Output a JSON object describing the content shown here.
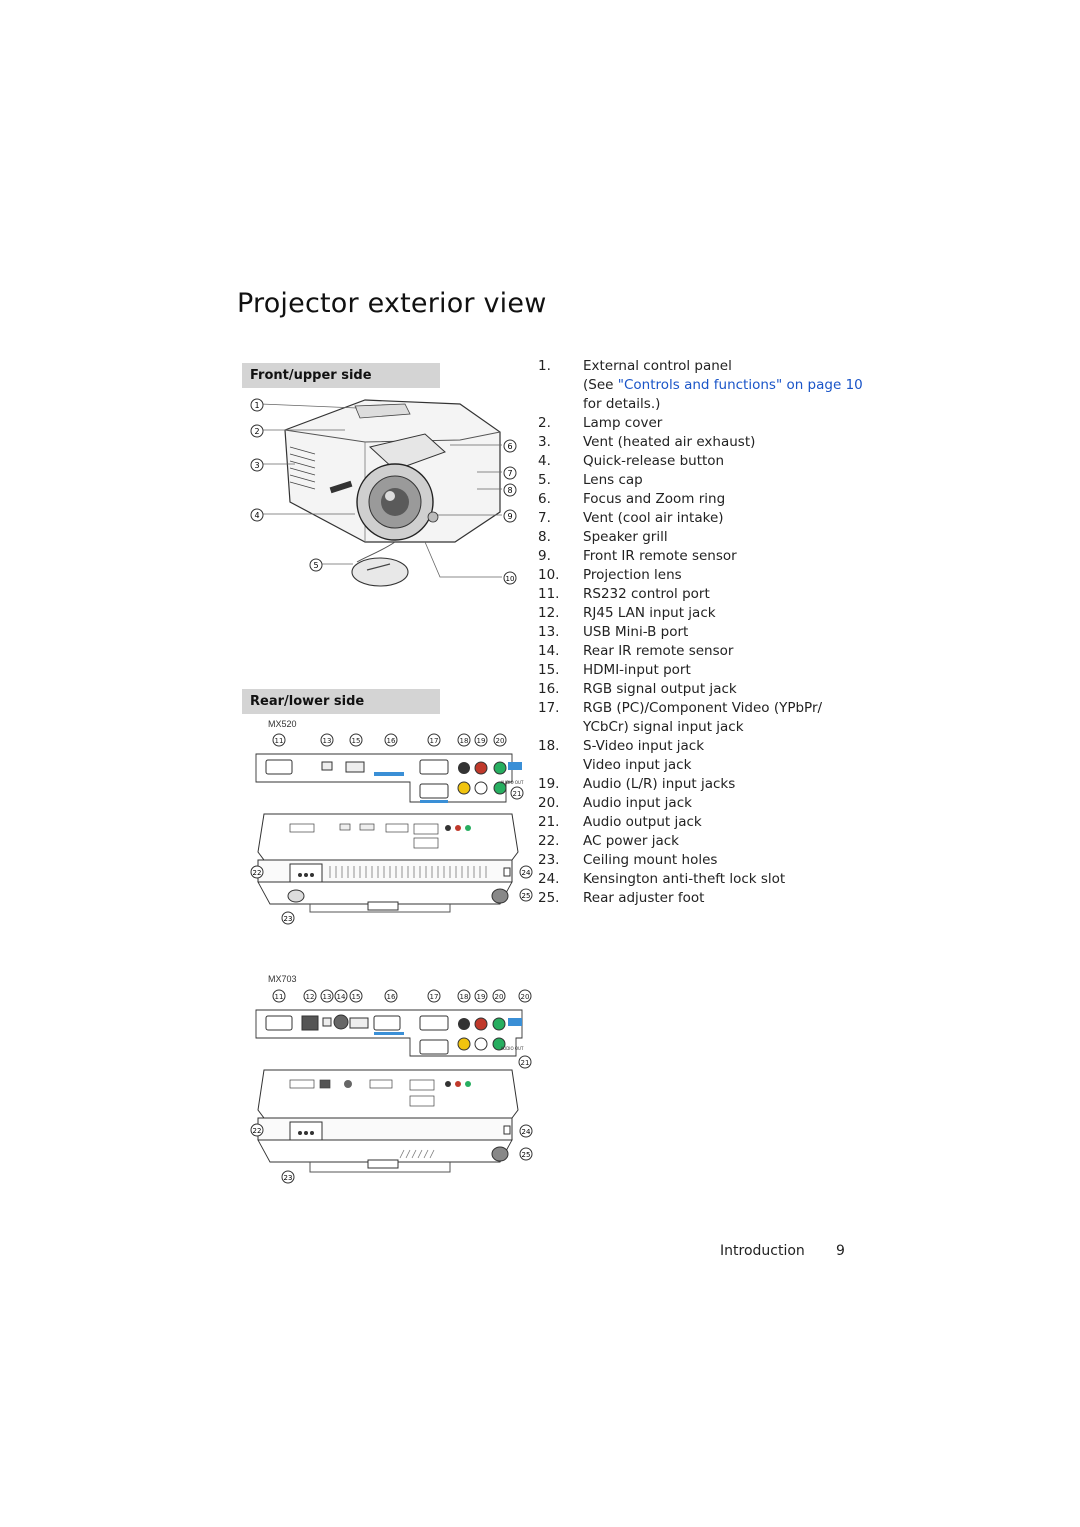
{
  "page_title": "Projector exterior view",
  "sections": {
    "front_upper": "Front/upper side",
    "rear_lower": "Rear/lower side"
  },
  "models": {
    "first": "MX520",
    "second": "MX703"
  },
  "items": [
    {
      "num": "1.",
      "text": "External control panel"
    },
    {
      "num": "2.",
      "text": "Lamp cover"
    },
    {
      "num": "3.",
      "text": "Vent (heated air exhaust)"
    },
    {
      "num": "4.",
      "text": "Quick-release button"
    },
    {
      "num": "5.",
      "text": "Lens cap"
    },
    {
      "num": "6.",
      "text": "Focus and Zoom ring"
    },
    {
      "num": "7.",
      "text": "Vent (cool air intake)"
    },
    {
      "num": "8.",
      "text": "Speaker grill"
    },
    {
      "num": "9.",
      "text": "Front IR remote sensor"
    },
    {
      "num": "10.",
      "text": "Projection lens"
    },
    {
      "num": "11.",
      "text": "RS232 control port"
    },
    {
      "num": "12.",
      "text": "RJ45 LAN input jack"
    },
    {
      "num": "13.",
      "text": "USB Mini-B port"
    },
    {
      "num": "14.",
      "text": "Rear IR remote sensor"
    },
    {
      "num": "15.",
      "text": "HDMI-input port"
    },
    {
      "num": "16.",
      "text": "RGB signal output jack"
    },
    {
      "num": "17.",
      "text": "RGB (PC)/Component Video (YPbPr/"
    },
    {
      "num": "18.",
      "text": "S-Video input jack"
    },
    {
      "num": "19.",
      "text": "Audio (L/R) input jacks"
    },
    {
      "num": "20.",
      "text": "Audio input jack"
    },
    {
      "num": "21.",
      "text": "Audio output jack"
    },
    {
      "num": "22.",
      "text": "AC power jack"
    },
    {
      "num": "23.",
      "text": "Ceiling mount holes"
    },
    {
      "num": "24.",
      "text": "Kensington anti-theft lock slot"
    },
    {
      "num": "25.",
      "text": "Rear adjuster foot"
    }
  ],
  "item1_note": {
    "prefix": "(See ",
    "link": "\"Controls and functions\" on page 10",
    "suffix": "for details.)"
  },
  "item17_cont": "YCbCr) signal input jack",
  "item18_cont": "Video input jack",
  "callouts": {
    "front_left": [
      "1",
      "2",
      "3",
      "4",
      "5"
    ],
    "front_right": [
      "6",
      "7",
      "8",
      "9",
      "10"
    ],
    "mx520_top": [
      "11",
      "13",
      "15",
      "16",
      "17",
      "18",
      "19",
      "20"
    ],
    "mx703_top": [
      "11",
      "12",
      "13",
      "14",
      "15",
      "16",
      "17",
      "18",
      "19",
      "20",
      "20"
    ],
    "side_21": "21",
    "side_22": "22",
    "side_23": "23",
    "side_24": "24",
    "side_25": "25"
  },
  "panel_labels": {
    "audio_out": "AUDIO OUT"
  },
  "footer": {
    "section": "Introduction",
    "page": "9"
  }
}
